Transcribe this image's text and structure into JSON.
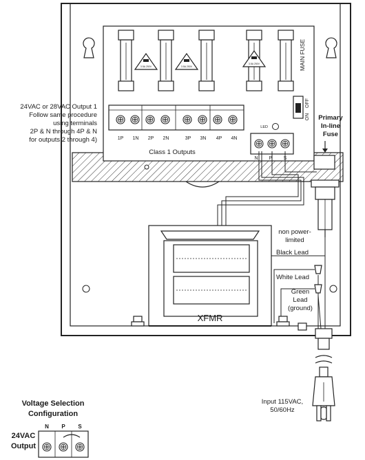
{
  "labels": {
    "output_note": [
      "24VAC or 28VAC Output 1",
      "Follow same procedure",
      "using terminals",
      "2P & N through 4P & N",
      "for outputs 2 through 4)"
    ],
    "class1_outputs": "Class 1 Outputs",
    "terminals": [
      "1P",
      "1N",
      "2P",
      "2N",
      "3P",
      "3N",
      "4P",
      "4N"
    ],
    "fuse_rating_1": "3.5A 250V",
    "fuse_rating_2": "3.5A 250V",
    "fuse_rating_3": "3.5A 250V",
    "main_fuse": "MAIN FUSE",
    "switch_on": "ON",
    "switch_off": "OFF",
    "led": "LED",
    "nps": [
      "N",
      "P",
      "S"
    ],
    "primary_fuse": [
      "Primary",
      "In-line",
      "Fuse"
    ],
    "non_power_limited": [
      "non power-",
      "limited"
    ],
    "black_lead": "Black Lead",
    "white_lead": "White Lead",
    "green_lead": [
      "Green",
      "Lead",
      "(ground)"
    ],
    "xfmr": "XFMR",
    "input": [
      "Input 115VAC,",
      "50/60Hz"
    ],
    "voltage_selection": [
      "Voltage Selection",
      "Configuration"
    ],
    "output_24vac": [
      "24VAC",
      "Output"
    ],
    "config_nps": [
      "N",
      "P",
      "S"
    ]
  }
}
